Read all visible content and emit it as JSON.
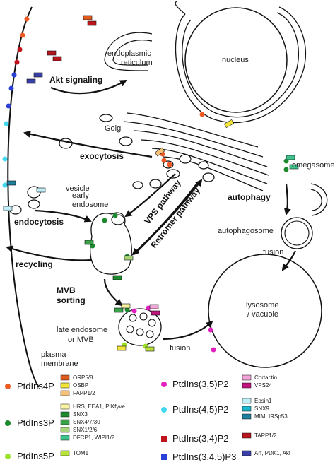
{
  "labels": {
    "endoplasmic_reticulum": [
      "endoplasmic",
      "reticulum"
    ],
    "nucleus": "nucleus",
    "golgi": "Golgi",
    "akt_signaling": "Akt signaling",
    "exocytosis": "exocytosis",
    "vesicle": "vesicle",
    "early_endosome": [
      "early",
      "endosome"
    ],
    "endocytosis": "endocytosis",
    "recycling": "recycling",
    "vps_pathway": "VPS pathway",
    "retromer_pathway": "Retromer pathway",
    "omegasome": "omegasome",
    "autophagy": "autophagy",
    "autophagosome": "autophagosome",
    "fusion_1": "fusion",
    "fusion_2": "fusion",
    "lysosome": [
      "lysosome",
      "/ vacuole"
    ],
    "mvb_sorting": [
      "MVB",
      "sorting"
    ],
    "late_endosome": [
      "late endosome",
      "or MVB"
    ],
    "plasma_membrane": [
      "plasma",
      "membrane"
    ]
  },
  "legend": {
    "lipids": [
      {
        "name": "PtdIns4P",
        "color": "#ee5a24"
      },
      {
        "name": "PtdIns3P",
        "color": "#1e8a2e"
      },
      {
        "name": "PtdIns5P",
        "color": "#9be12a"
      },
      {
        "name": "PtdIns(3,5)P2",
        "color": "#e21fbf"
      },
      {
        "name": "PtdIns(4,5)P2",
        "color": "#3fd8ee"
      },
      {
        "name": "PtdIns(3,4)P2",
        "color": "#c0141c"
      },
      {
        "name": "PtdIns(3,4,5)P3",
        "color": "#2a3fd6"
      }
    ],
    "effectors": [
      {
        "name": "ORP5/8",
        "color": "#e05a1e"
      },
      {
        "name": "OSBP",
        "color": "#f1e53a"
      },
      {
        "name": "FAPP1/2",
        "color": "#f5c27a"
      },
      {
        "name": "HRS, EEA1, PIKfyve",
        "color": "#f7f3a0"
      },
      {
        "name": "SNX3",
        "color": "#1e8a2e"
      },
      {
        "name": "SNX4/7/30",
        "color": "#3aa04a"
      },
      {
        "name": "SNX1/2/6",
        "color": "#a7d37a"
      },
      {
        "name": "DFCP1, WIPI1/2",
        "color": "#3fc28c"
      },
      {
        "name": "TOM1",
        "color": "#b8e23a"
      },
      {
        "name": "Cortactin",
        "color": "#f2a5d8"
      },
      {
        "name": "VPS24",
        "color": "#c2147e"
      },
      {
        "name": "Epsin1",
        "color": "#bfeef6"
      },
      {
        "name": "SNX9",
        "color": "#1bb6c8"
      },
      {
        "name": "MIM, IRSp53",
        "color": "#1f7f9e"
      },
      {
        "name": "TAPP1/2",
        "color": "#b8161e"
      },
      {
        "name": "Arf, PDK1, Akt",
        "color": "#3a3fa8"
      }
    ]
  }
}
